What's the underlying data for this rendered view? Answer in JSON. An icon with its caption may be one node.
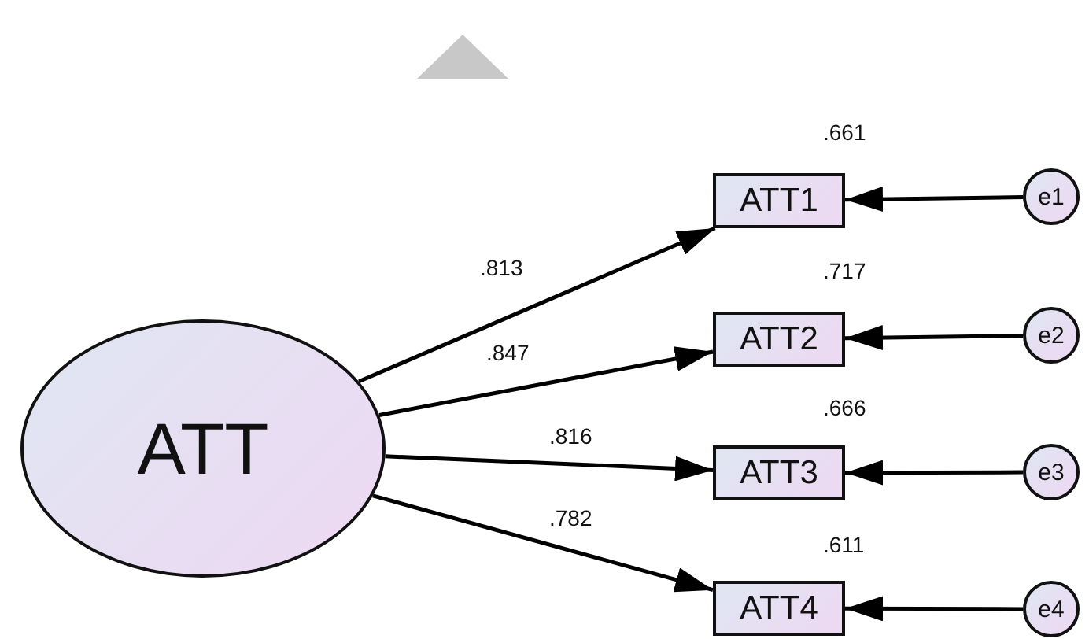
{
  "diagram": {
    "nodes": [
      {
        "text": [
          "ATT"
        ]
      },
      {
        "text": [
          "ATT1"
        ],
        "beside": [
          ".661"
        ]
      },
      {
        "text": [
          "ATT2"
        ],
        "beside": [
          ".717"
        ]
      },
      {
        "text": [
          "ATT3"
        ],
        "beside": [
          ".666"
        ]
      },
      {
        "text": [
          "ATT4"
        ],
        "beside": [
          ".611"
        ]
      },
      {
        "text": [
          "e1"
        ]
      },
      {
        "text": [
          "e2"
        ]
      },
      {
        "text": [
          "e3"
        ]
      },
      {
        "text": [
          "e4"
        ]
      }
    ],
    "edges": [
      {
        "from": 0,
        "to": 1,
        "arrow": "to",
        "label": ".813"
      },
      {
        "from": 0,
        "to": 2,
        "arrow": "to",
        "label": ".847"
      },
      {
        "from": 0,
        "to": 3,
        "arrow": "to",
        "label": ".816"
      },
      {
        "from": 0,
        "to": 4,
        "arrow": "to",
        "label": ".782"
      },
      {
        "from": 5,
        "to": 1,
        "arrow": "to"
      },
      {
        "from": 6,
        "to": 2,
        "arrow": "to"
      },
      {
        "from": 7,
        "to": 3,
        "arrow": "to"
      },
      {
        "from": 8,
        "to": 4,
        "arrow": "to"
      }
    ]
  }
}
